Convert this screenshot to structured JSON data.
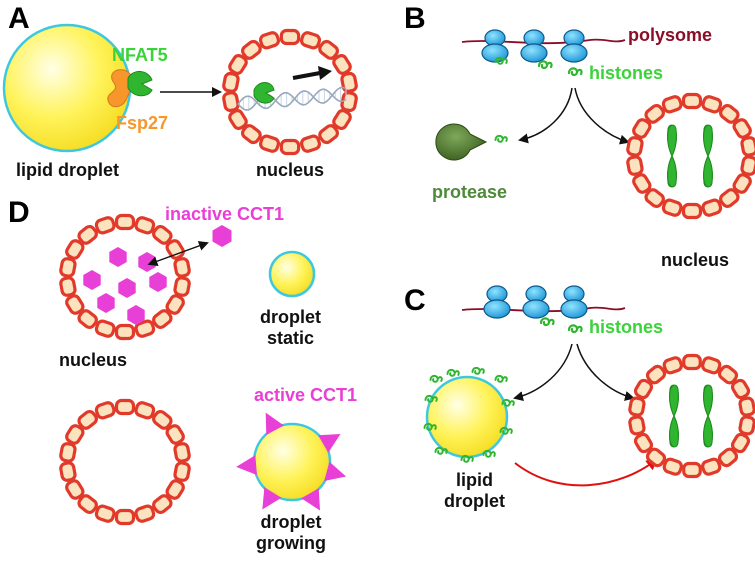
{
  "panels": {
    "A": {
      "letter": "A",
      "nfat5": "NFAT5",
      "fsp27": "Fsp27",
      "lipid_droplet": "lipid droplet",
      "nucleus": "nucleus"
    },
    "B": {
      "letter": "B",
      "polysome": "polysome",
      "histones": "histones",
      "protease": "protease",
      "nucleus": "nucleus"
    },
    "C": {
      "letter": "C",
      "histones": "histones",
      "lipid_droplet": "lipid\ndroplet"
    },
    "D": {
      "letter": "D",
      "inactive": "inactive CCT1",
      "active": "active CCT1",
      "nucleus": "nucleus",
      "droplet_static": "droplet\nstatic",
      "droplet_growing": "droplet\ngrowing"
    }
  },
  "colors": {
    "droplet_fill": "#fff35a",
    "droplet_rim": "#3ec8e0",
    "nuclear_envelope": "#e23a2a",
    "histone_green": "#2fb52f",
    "cct1_magenta": "#e83fd6",
    "ribosome_blue": "#2aa8e6",
    "mrna_maroon": "#8b0e28",
    "arrow_red": "#e01010",
    "protease_green": "#4e7a2f"
  }
}
